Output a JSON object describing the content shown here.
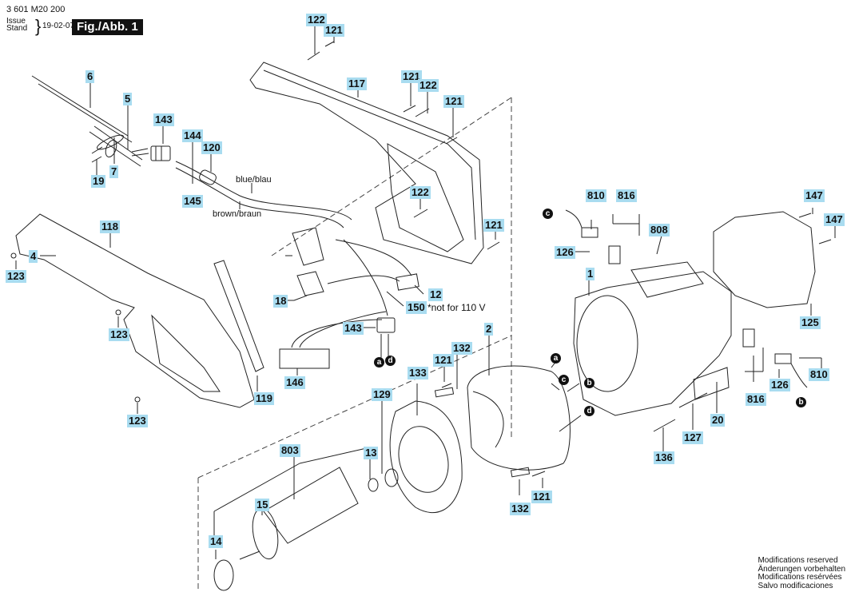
{
  "header": {
    "document_number": "3 601 M20 200",
    "issue_label": "Issue",
    "stand_label": "Stand",
    "date": "19-02-07",
    "figure_label": "Fig./Abb. 1"
  },
  "accent_colors": {
    "label_chip": "#a9dcf0",
    "ref_circle": "#111111"
  },
  "wire_notes": {
    "blue": "blue/blau",
    "brown": "brown/braun",
    "not_for_110v": "*not for 110 V"
  },
  "part_labels": [
    {
      "id": "p122a",
      "number": "122"
    },
    {
      "id": "p121a",
      "number": "121"
    },
    {
      "id": "p117",
      "number": "117"
    },
    {
      "id": "p121b",
      "number": "121"
    },
    {
      "id": "p122b",
      "number": "122"
    },
    {
      "id": "p121c",
      "number": "121"
    },
    {
      "id": "p6",
      "number": "6"
    },
    {
      "id": "p5",
      "number": "5"
    },
    {
      "id": "p143a",
      "number": "143"
    },
    {
      "id": "p144",
      "number": "144"
    },
    {
      "id": "p120",
      "number": "120"
    },
    {
      "id": "p7",
      "number": "7"
    },
    {
      "id": "p19",
      "number": "19"
    },
    {
      "id": "p145",
      "number": "145"
    },
    {
      "id": "p122c",
      "number": "122"
    },
    {
      "id": "p121d",
      "number": "121"
    },
    {
      "id": "p118",
      "number": "118"
    },
    {
      "id": "p123a",
      "number": "123"
    },
    {
      "id": "p4",
      "number": "4"
    },
    {
      "id": "p12",
      "number": "12"
    },
    {
      "id": "p18",
      "number": "18"
    },
    {
      "id": "p150",
      "number": "150"
    },
    {
      "id": "p143b",
      "number": "143"
    },
    {
      "id": "p123b",
      "number": "123"
    },
    {
      "id": "p146",
      "number": "146"
    },
    {
      "id": "p119",
      "number": "119"
    },
    {
      "id": "p123c",
      "number": "123"
    },
    {
      "id": "p810a",
      "number": "810"
    },
    {
      "id": "p816a",
      "number": "816"
    },
    {
      "id": "p808",
      "number": "808"
    },
    {
      "id": "p126a",
      "number": "126"
    },
    {
      "id": "p1",
      "number": "1"
    },
    {
      "id": "p147a",
      "number": "147"
    },
    {
      "id": "p147b",
      "number": "147"
    },
    {
      "id": "p125",
      "number": "125"
    },
    {
      "id": "p2",
      "number": "2"
    },
    {
      "id": "p121e",
      "number": "121"
    },
    {
      "id": "p132a",
      "number": "132"
    },
    {
      "id": "p133",
      "number": "133"
    },
    {
      "id": "p129",
      "number": "129"
    },
    {
      "id": "p803",
      "number": "803"
    },
    {
      "id": "p13",
      "number": "13"
    },
    {
      "id": "p15",
      "number": "15"
    },
    {
      "id": "p14",
      "number": "14"
    },
    {
      "id": "p132b",
      "number": "132"
    },
    {
      "id": "p121f",
      "number": "121"
    },
    {
      "id": "p136",
      "number": "136"
    },
    {
      "id": "p127",
      "number": "127"
    },
    {
      "id": "p20",
      "number": "20"
    },
    {
      "id": "p816b",
      "number": "816"
    },
    {
      "id": "p126b",
      "number": "126"
    },
    {
      "id": "p810b",
      "number": "810"
    }
  ],
  "connection_refs": [
    {
      "id": "ref_a1",
      "letter": "a"
    },
    {
      "id": "ref_d1",
      "letter": "d"
    },
    {
      "id": "ref_a2",
      "letter": "a"
    },
    {
      "id": "ref_c2",
      "letter": "c"
    },
    {
      "id": "ref_b2",
      "letter": "b"
    },
    {
      "id": "ref_d2",
      "letter": "d"
    },
    {
      "id": "ref_c1",
      "letter": "c"
    },
    {
      "id": "ref_b1",
      "letter": "b"
    }
  ],
  "footer": {
    "lines": [
      "Modifications reserved",
      "Änderungen vorbehalten",
      "Modifications resérvées",
      "Salvo modificaciones"
    ]
  }
}
